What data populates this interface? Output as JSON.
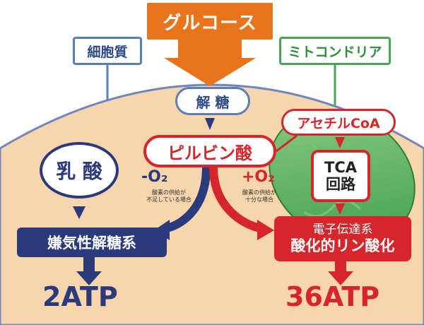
{
  "title": "グルコース",
  "labels": {
    "cell": "細胞質",
    "mitochondria": "ミトコンドリア"
  },
  "glycolysis": "解 糖",
  "pyruvate": "ピルビン酸",
  "lactate": "乳 酸",
  "anaerobic_glycolysis": "嫌気性解糖系",
  "acetyl_coa": "アセチルCoA",
  "tca": {
    "line1": "TCA",
    "line2": "回路"
  },
  "electron_transport": {
    "line1": "電子伝達系",
    "line2": "酸化的リン酸化"
  },
  "oxygen": {
    "minus": "-O₂",
    "plus": "+O₂",
    "minus_note_1": "酸素の供給が",
    "minus_note_2": "不足している場合",
    "plus_note_1": "酸素の供給が",
    "plus_note_2": "十分な場合"
  },
  "results": {
    "anaerobic": "2ATP",
    "aerobic": "36ATP"
  },
  "colors": {
    "orange": "#e8751e",
    "navy": "#2b3a7a",
    "red": "#d6262b",
    "green": "#4aa35a",
    "cytoplasm": "#f7d5ad",
    "cell_label_blue": "#5c7db6"
  }
}
